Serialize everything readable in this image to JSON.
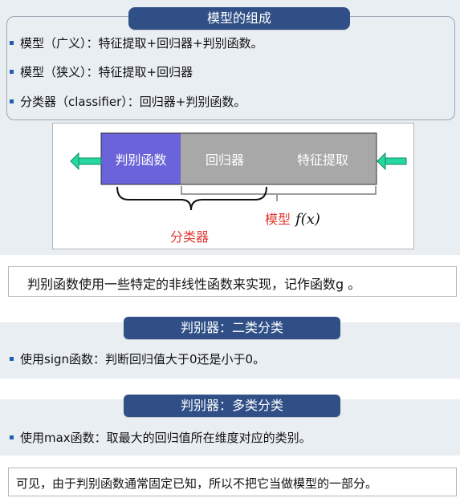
{
  "top": {
    "section_title": "模型的组成",
    "bullets": [
      "模型（广义）：特征提取+回归器+判别函数。",
      "模型（狭义）：特征提取+回归器",
      "分类器（classifier）：回归器+判别函数。"
    ]
  },
  "diagram": {
    "blocks": [
      {
        "label": "判别函数",
        "color": "#6b63d9"
      },
      {
        "label": "回归器",
        "color": "#a8a8a8"
      },
      {
        "label": "特征提取",
        "color": "#a8a8a8"
      }
    ],
    "left_arrow_color": "#26d7a0",
    "right_arrow_color": "#26d7a0",
    "label_model": "模型",
    "label_f": "f(x)",
    "label_classifier": "分类器"
  },
  "bottom": {
    "note1": "判别函数使用一些特定的非线性函数来实现，记作函数g 。",
    "section2_title": "判别器：二类分类",
    "bullet2": "使用sign函数：判断回归值大于0还是小于0。",
    "section3_title": "判别器：多类分类",
    "bullet3": "使用max函数：取最大的回归值所在维度对应的类别。",
    "footer": "可见，由于判别函数通常固定已知，所以不把它当做模型的一部分。"
  },
  "colors": {
    "pill_bg": "#2f4f86",
    "accent_blue": "#1f5fb3",
    "accent_red": "#e03a32"
  }
}
